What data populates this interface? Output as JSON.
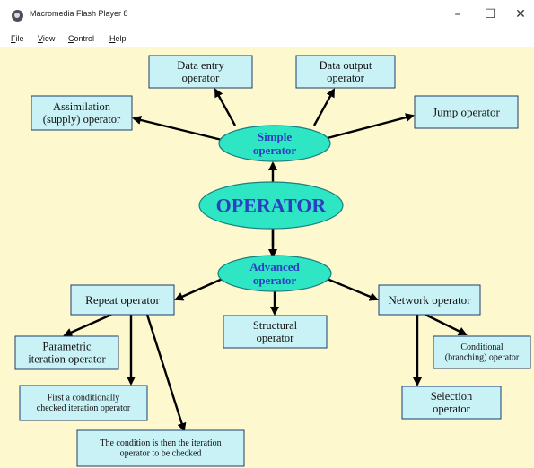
{
  "window": {
    "title": "Macromedia Flash Player 8",
    "minimize": "–",
    "maximize": "☐",
    "close": "✕"
  },
  "menu": [
    "File",
    "View",
    "Control",
    "Help"
  ],
  "diagram": {
    "center": "OPERATOR",
    "simple": [
      "Simple",
      "operator"
    ],
    "advanced": [
      "Advanced",
      "operator"
    ],
    "data_entry": [
      "Data entry",
      "operator"
    ],
    "data_output": [
      "Data output",
      "operator"
    ],
    "assimilation": [
      "Assimilation",
      "(supply) operator"
    ],
    "jump": [
      "Jump operator"
    ],
    "repeat": [
      "Repeat operator"
    ],
    "structural": [
      "Structural",
      "operator"
    ],
    "network": [
      "Network operator"
    ],
    "parametric": [
      "Parametric",
      "iteration operator"
    ],
    "first_checked": [
      "First a conditionally",
      "checked iteration operator"
    ],
    "condition_then": [
      "The condition is then the iteration",
      "operator to be checked"
    ],
    "conditional": [
      "Conditional",
      "(branching) operator"
    ],
    "selection": [
      "Selection",
      "operator"
    ]
  },
  "colors": {
    "stage": "#fdf8cd",
    "box_fill": "#c9f2f7",
    "oval_fill": "#2ee6c4",
    "oval_text": "#2b3fc0",
    "arrow": "#000000"
  }
}
